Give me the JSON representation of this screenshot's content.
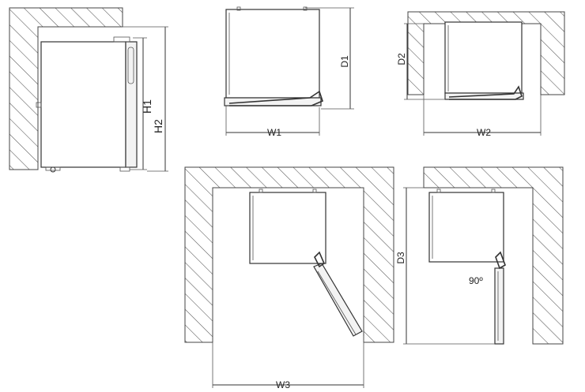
{
  "labels": {
    "h1": "H1",
    "h2": "H2",
    "d1": "D1",
    "d2": "D2",
    "d3": "D3",
    "w1": "W1",
    "w2": "W2",
    "w3": "W3",
    "angle": "90º"
  },
  "colors": {
    "line": "#333333",
    "hatch": "#555555",
    "background": "#ffffff"
  }
}
